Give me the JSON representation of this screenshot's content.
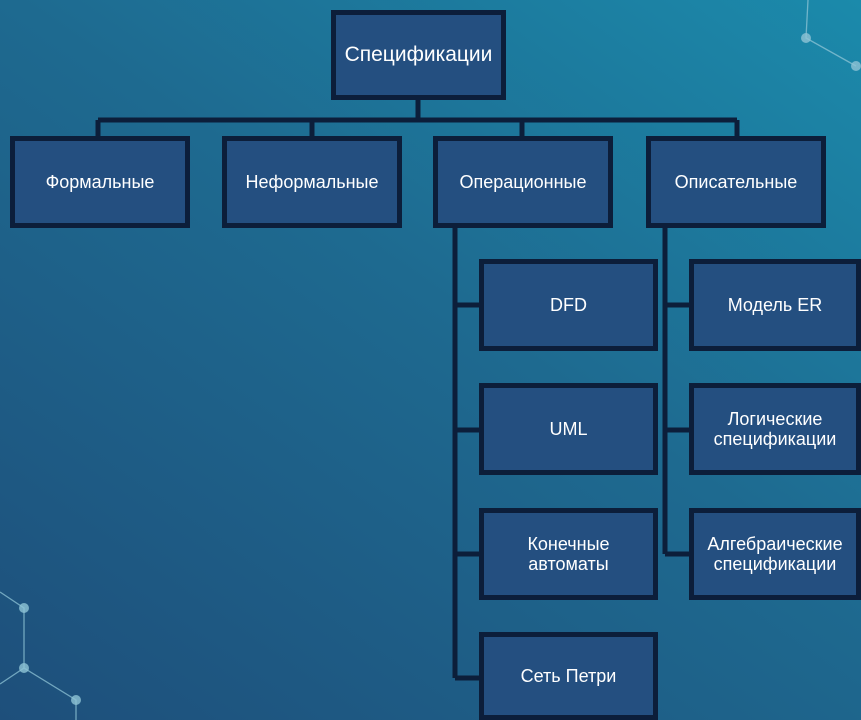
{
  "diagram": {
    "root": "Спецификации",
    "categories": {
      "formal": "Формальные",
      "informal": "Неформальные",
      "operational": "Операционные",
      "descriptive": "Описательные"
    },
    "operational_items": [
      "DFD",
      "UML",
      "Конечные\nавтоматы",
      "Сеть Петри"
    ],
    "descriptive_items": [
      "Модель ER",
      "Логические\nспецификации",
      "Алгебраические\nспецификации"
    ]
  },
  "colors": {
    "node_fill": "#244f80",
    "node_border": "#0c1e3a",
    "connector": "#0c1e3a",
    "decor": "#8fc4d6"
  }
}
